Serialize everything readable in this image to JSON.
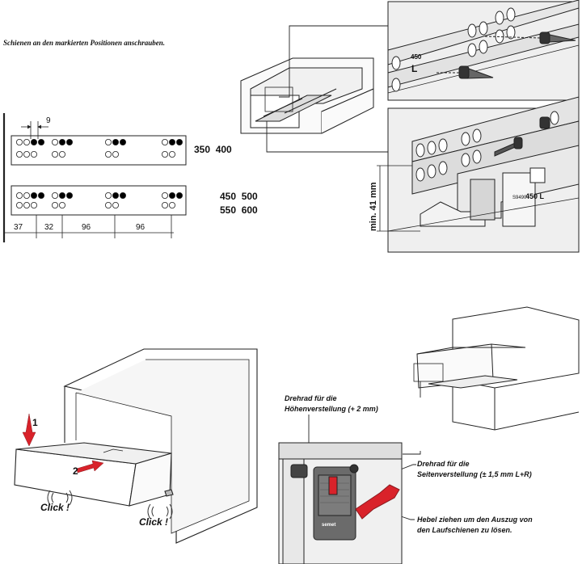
{
  "caption": "Schienen an den markierten Positionen anschrauben.",
  "rail_dims": {
    "top_gap": "9",
    "bottom": [
      "37",
      "32",
      "96",
      "96"
    ]
  },
  "rail_sizes": {
    "row1": "350  400",
    "row2a": "450  500",
    "row2b": "550  600"
  },
  "detail": {
    "rail_marks": [
      "450",
      "L"
    ],
    "min_height": "min. 41 mm",
    "slide_mark": "450 L",
    "slide_small": "S9490"
  },
  "steps": [
    "1",
    "2"
  ],
  "click_labels": [
    "Click !",
    "Click !"
  ],
  "notes": {
    "height_adjust": [
      "Drehrad für die",
      "Höhenverstellung (+ 2 mm)"
    ],
    "side_adjust": [
      "Drehrad für die",
      "Seitenverstellung (± 1,5 mm L+R)"
    ],
    "release": [
      "Hebel ziehen um den Auszug von",
      "den Laufschienen zu lösen."
    ]
  },
  "brand_mark": "semet",
  "colors": {
    "accent_red": "#d9222a",
    "line": "#222222",
    "panel": "#f2f2f2",
    "gray": "#888888"
  }
}
